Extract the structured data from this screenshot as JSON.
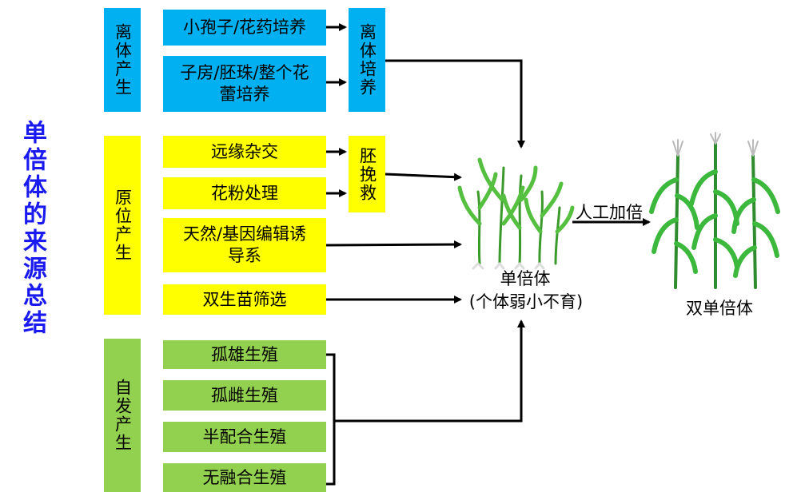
{
  "title": "单倍体的来源总结",
  "categories": {
    "isolated": "离体产生",
    "insitu": "原位产生",
    "spontaneous": "自发产生"
  },
  "methods": {
    "microspore": "小孢子/花药培养",
    "ovary": "子房/胚珠/整个花蕾培养",
    "distant_cross": "远缘杂交",
    "pollen": "花粉处理",
    "inducer": "天然/基因编辑诱导系",
    "twin": "双生苗筛选",
    "parthenogenesis": "孤雄生殖",
    "gynogenesis": "孤雌生殖",
    "semigamy": "半配合生殖",
    "apomixis": "无融合生殖"
  },
  "mid": {
    "isolated_culture": "离体培养",
    "embryo_rescue": "胚挽救"
  },
  "result": {
    "haploid": "单倍体",
    "haploid_note": "(个体弱小不育)",
    "doubling": "人工加倍",
    "doubled_haploid": "双单倍体"
  },
  "colors": {
    "blue": "#00b0f0",
    "yellow": "#ffff00",
    "green": "#92d050",
    "title": "#1a1af0"
  }
}
